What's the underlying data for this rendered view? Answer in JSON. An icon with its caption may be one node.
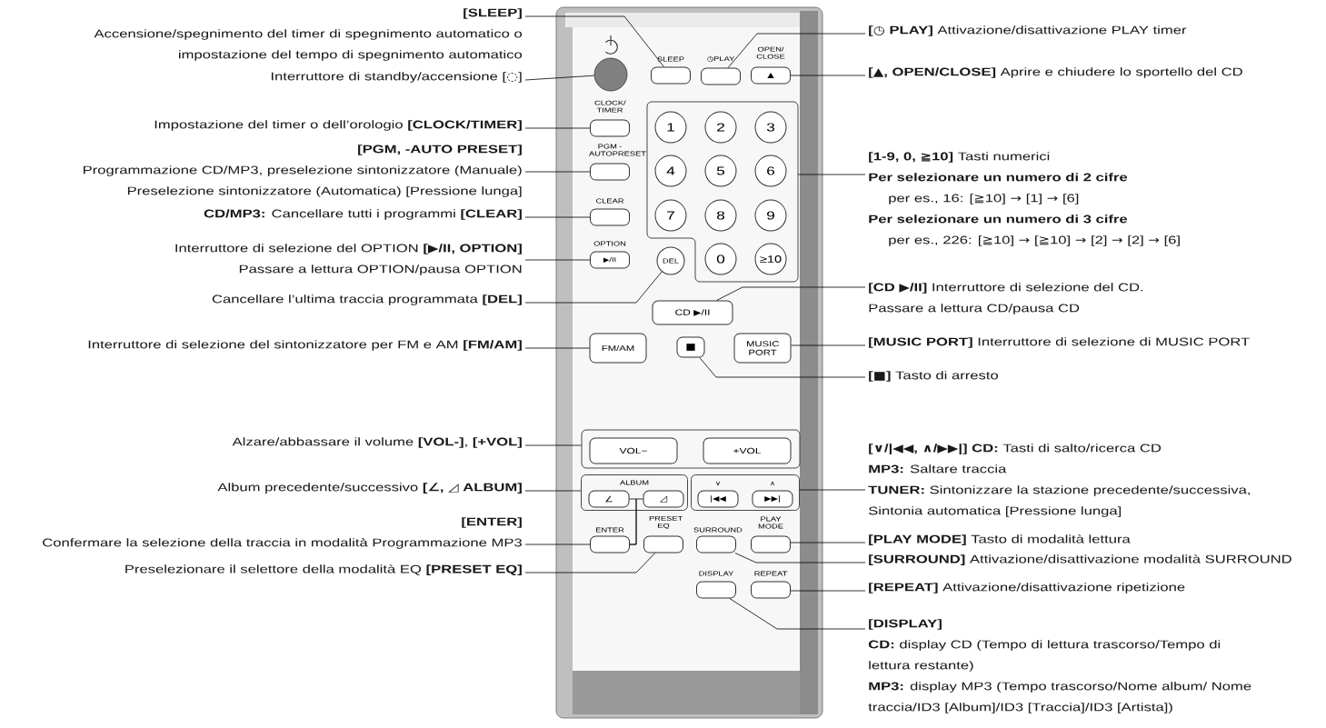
{
  "diagram": {
    "nodes": [
      {
        "text": [],
        "shape": "box"
      },
      {
        "text": [],
        "shape": "circle",
        "in": 0
      },
      {
        "text": [
          "SLEEP"
        ],
        "in": 0
      },
      {
        "text": [
          "◷PLAY"
        ],
        "in": 0
      },
      {
        "text": [
          "OPEN/ CLOSE",
          "▲"
        ],
        "in": 0
      },
      {
        "text": [
          "CLOCK/ TIMER"
        ],
        "in": 0
      },
      {
        "text": [
          "PGM -AUTOPRESET"
        ],
        "in": 0
      },
      {
        "text": [
          "CLEAR"
        ],
        "in": 0
      },
      {
        "text": [
          "OPTION",
          "▶/II"
        ],
        "in": 0
      },
      {
        "text": [],
        "shape": "box",
        "in": 0
      },
      {
        "text": [
          "1"
        ],
        "in": 9
      },
      {
        "text": [
          "2"
        ],
        "in": 9
      },
      {
        "text": [
          "3"
        ],
        "in": 9
      },
      {
        "text": [
          "4"
        ],
        "in": 9
      },
      {
        "text": [
          "5"
        ],
        "in": 9
      },
      {
        "text": [
          "6"
        ],
        "in": 9
      },
      {
        "text": [
          "7"
        ],
        "in": 9
      },
      {
        "text": [
          "8"
        ],
        "in": 9
      },
      {
        "text": [
          "9"
        ],
        "in": 9
      },
      {
        "text": [
          "0"
        ],
        "in": 9
      },
      {
        "text": [
          "≥10"
        ],
        "in": 9
      },
      {
        "text": [
          "DEL"
        ],
        "in": 0
      },
      {
        "text": [
          "CD ▶/II"
        ],
        "in": 0
      },
      {
        "text": [
          "FM/AM"
        ],
        "in": 0
      },
      {
        "text": [
          "■"
        ],
        "in": 0
      },
      {
        "text": [
          "MUSIC PORT"
        ],
        "in": 0
      },
      {
        "text": [],
        "shape": "box",
        "in": 0
      },
      {
        "text": [
          "VOL−"
        ],
        "in": 26
      },
      {
        "text": [
          "+VOL"
        ],
        "in": 26
      },
      {
        "text": [
          "ALBUM"
        ],
        "in": 0
      },
      {
        "text": [
          "∠"
        ],
        "in": 29
      },
      {
        "text": [
          "◿"
        ],
        "in": 29
      },
      {
        "text": [],
        "shape": "box",
        "in": 0
      },
      {
        "text": [
          "∨",
          "|◀◀"
        ],
        "in": 32
      },
      {
        "text": [
          "∧",
          "▶▶|"
        ],
        "in": 32
      },
      {
        "text": [
          "ENTER"
        ],
        "in": 0
      },
      {
        "text": [
          "PRESET EQ"
        ],
        "in": 0
      },
      {
        "text": [
          "SURROUND"
        ],
        "in": 0
      },
      {
        "text": [
          "PLAY MODE"
        ],
        "in": 0
      },
      {
        "text": [
          "DISPLAY"
        ],
        "in": 0
      },
      {
        "text": [
          "REPEAT"
        ],
        "in": 0
      },
      {
        "text": [
          "[SLEEP]",
          "Accensione/spegnimento del timer di spegnimento automatico o impostazione del tempo di spegnimento automatico"
        ]
      },
      {
        "text": [
          "Interruttore di standby/accensione [◌]"
        ]
      },
      {
        "text": [
          "Impostazione del timer o dell’orologio **[CLOCK/TIMER]**"
        ]
      },
      {
        "text": [
          "[PGM, -AUTO PRESET]",
          "Programmazione CD/MP3, preselezione sintonizzatore (Manuale)",
          "Preselezione sintonizzatore (Automatica) [Pressione lunga]"
        ]
      },
      {
        "text": [
          "**CD/MP3:** Cancellare tutti i programmi **[CLEAR]**"
        ]
      },
      {
        "text": [
          "Interruttore di selezione del OPTION **[▶/II, OPTION]**",
          "Passare a lettura OPTION/pausa OPTION"
        ]
      },
      {
        "text": [
          "Cancellare l’ultima traccia programmata **[DEL]**"
        ]
      },
      {
        "text": [
          "Interruttore di selezione del sintonizzatore per FM e AM **[FM/AM]**"
        ]
      },
      {
        "text": [
          "Alzare/abbassare il volume **[VOL-]**, **[+VOL]**"
        ]
      },
      {
        "text": [
          "Album precedente/successivo **[∠, ◿ ALBUM]**"
        ]
      },
      {
        "text": [
          "[ENTER]",
          "Confermare la selezione della traccia in modalità Programmazione MP3"
        ]
      },
      {
        "text": [
          "Preselezionare il selettore della modalità EQ **[PRESET EQ]**"
        ]
      },
      {
        "text": [
          "**[◷ PLAY]** Attivazione/disattivazione PLAY timer"
        ]
      },
      {
        "text": [
          "**[▲, OPEN/CLOSE]** Aprire e chiudere lo sportello del CD"
        ]
      },
      {
        "text": [
          "**[1-9, 0, ≧10]** Tasti numerici",
          "Per selezionare un numero di 2 cifre",
          "per es., 16: [≧10] → [1] → [6]",
          "Per selezionare un numero di 3 cifre",
          "per es., 226: [≧10] → [≧10] → [2] → [2] → [6]"
        ]
      },
      {
        "text": [
          "**[CD ▶/II]** Interruttore di selezione del CD.",
          "Passare a lettura CD/pausa CD"
        ]
      },
      {
        "text": [
          "**[MUSIC PORT]** Interruttore di selezione di MUSIC PORT"
        ]
      },
      {
        "text": [
          "**[■]** Tasto di arresto"
        ]
      },
      {
        "text": [
          "**[∨/|◀◀, ∧/▶▶|] CD:** Tasti di salto/ricerca CD",
          "**MP3:** Saltare traccia",
          "**TUNER:** Sintonizzare la stazione precedente/successiva, Sintonia automatica [Pressione lunga]"
        ]
      },
      {
        "text": [
          "**[PLAY MODE]** Tasto di modalità lettura"
        ]
      },
      {
        "text": [
          "**[SURROUND]** Attivazione/disattivazione modalità SURROUND"
        ]
      },
      {
        "text": [
          "**[REPEAT]** Attivazione/disattivazione ripetizione"
        ]
      },
      {
        "text": [
          "[DISPLAY]",
          "**CD:** display CD (Tempo di lettura trascorso/Tempo di lettura restante)",
          "**MP3:** display MP3 (Tempo trascorso/Nome album/ Nome traccia/ID3 [Album]/ID3 [Traccia]/ID3 [Artista])"
        ]
      }
    ],
    "edges": [
      {
        "from": 41,
        "to": 2,
        "arrow": "none"
      },
      {
        "from": 42,
        "to": 1,
        "arrow": "none"
      },
      {
        "from": 43,
        "to": 5,
        "arrow": "none"
      },
      {
        "from": 44,
        "to": 6,
        "arrow": "none"
      },
      {
        "from": 45,
        "to": 7,
        "arrow": "none"
      },
      {
        "from": 46,
        "to": 8,
        "arrow": "none"
      },
      {
        "from": 47,
        "to": 21,
        "arrow": "none"
      },
      {
        "from": 48,
        "to": 23,
        "arrow": "none"
      },
      {
        "from": 49,
        "to": 26,
        "arrow": "none"
      },
      {
        "from": 50,
        "to": 29,
        "arrow": "none"
      },
      {
        "from": 51,
        "to": 35,
        "arrow": "none"
      },
      {
        "from": 52,
        "to": 36,
        "arrow": "none"
      },
      {
        "from": 53,
        "to": 3,
        "arrow": "none"
      },
      {
        "from": 54,
        "to": 4,
        "arrow": "none"
      },
      {
        "from": 55,
        "to": 9,
        "arrow": "none"
      },
      {
        "from": 56,
        "to": 22,
        "arrow": "none"
      },
      {
        "from": 57,
        "to": 25,
        "arrow": "none"
      },
      {
        "from": 58,
        "to": 24,
        "arrow": "none"
      },
      {
        "from": 59,
        "to": 32,
        "arrow": "none"
      },
      {
        "from": 60,
        "to": 38,
        "arrow": "none"
      },
      {
        "from": 61,
        "to": 37,
        "arrow": "none"
      },
      {
        "from": 62,
        "to": 40,
        "arrow": "none"
      },
      {
        "from": 63,
        "to": 39,
        "arrow": "none"
      },
      {
        "from": 30,
        "to": 35,
        "arrow": "none"
      },
      {
        "from": 31,
        "to": 35,
        "arrow": "none"
      }
    ]
  }
}
